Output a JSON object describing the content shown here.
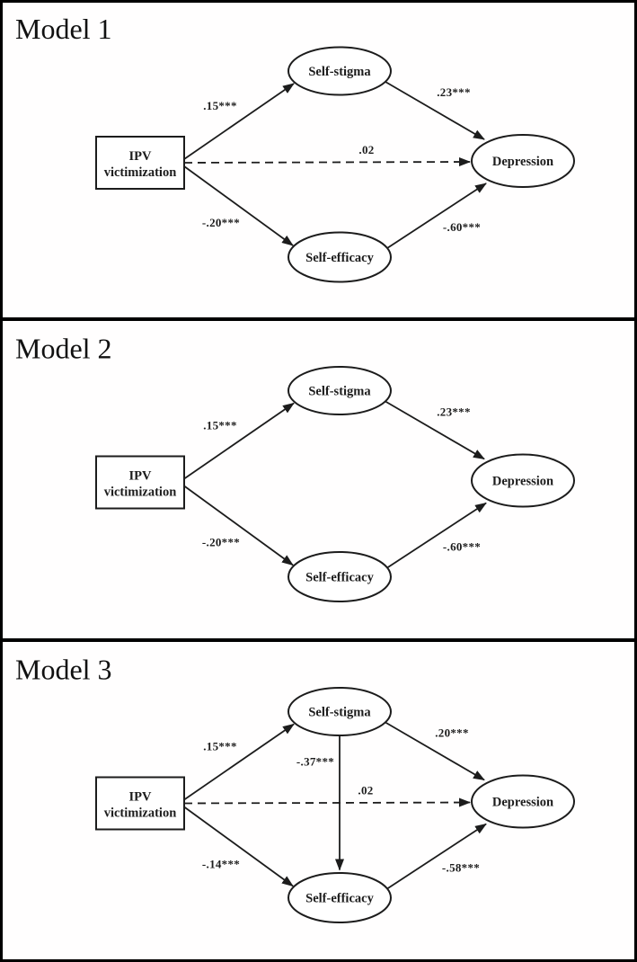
{
  "figure": {
    "background_color": "#ffffff",
    "ink_color": "#1c1c1c",
    "models": [
      {
        "title": "Model 1",
        "nodes": {
          "ipv": {
            "line1": "IPV",
            "line2": "victimization",
            "shape": "rectangle"
          },
          "self_stigma": {
            "label": "Self-stigma",
            "shape": "ellipse"
          },
          "depression": {
            "label": "Depression",
            "shape": "ellipse"
          },
          "self_efficacy": {
            "label": "Self-efficacy",
            "shape": "ellipse"
          }
        },
        "paths": [
          {
            "from": "IPV victimization",
            "to": "Self-stigma",
            "label": ".15***",
            "style": "solid"
          },
          {
            "from": "Self-stigma",
            "to": "Depression",
            "label": ".23***",
            "style": "solid"
          },
          {
            "from": "IPV victimization",
            "to": "Depression",
            "label": ".02",
            "style": "dashed"
          },
          {
            "from": "IPV victimization",
            "to": "Self-efficacy",
            "label": "-.20***",
            "style": "solid"
          },
          {
            "from": "Self-efficacy",
            "to": "Depression",
            "label": "-.60***",
            "style": "solid"
          }
        ]
      },
      {
        "title": "Model 2",
        "nodes": {
          "ipv": {
            "line1": "IPV",
            "line2": "victimization",
            "shape": "rectangle"
          },
          "self_stigma": {
            "label": "Self-stigma",
            "shape": "ellipse"
          },
          "depression": {
            "label": "Depression",
            "shape": "ellipse"
          },
          "self_efficacy": {
            "label": "Self-efficacy",
            "shape": "ellipse"
          }
        },
        "paths": [
          {
            "from": "IPV victimization",
            "to": "Self-stigma",
            "label": ".15***",
            "style": "solid"
          },
          {
            "from": "Self-stigma",
            "to": "Depression",
            "label": ".23***",
            "style": "solid"
          },
          {
            "from": "IPV victimization",
            "to": "Self-efficacy",
            "label": "-.20***",
            "style": "solid"
          },
          {
            "from": "Self-efficacy",
            "to": "Depression",
            "label": "-.60***",
            "style": "solid"
          }
        ]
      },
      {
        "title": "Model 3",
        "nodes": {
          "ipv": {
            "line1": "IPV",
            "line2": "victimization",
            "shape": "rectangle"
          },
          "self_stigma": {
            "label": "Self-stigma",
            "shape": "ellipse"
          },
          "depression": {
            "label": "Depression",
            "shape": "ellipse"
          },
          "self_efficacy": {
            "label": "Self-efficacy",
            "shape": "ellipse"
          }
        },
        "paths": [
          {
            "from": "IPV victimization",
            "to": "Self-stigma",
            "label": ".15***",
            "style": "solid"
          },
          {
            "from": "Self-stigma",
            "to": "Depression",
            "label": ".20***",
            "style": "solid"
          },
          {
            "from": "Self-stigma",
            "to": "Self-efficacy",
            "label": "-.37***",
            "style": "solid"
          },
          {
            "from": "IPV victimization",
            "to": "Depression",
            "label": ".02",
            "style": "dashed"
          },
          {
            "from": "IPV victimization",
            "to": "Self-efficacy",
            "label": "-.14***",
            "style": "solid"
          },
          {
            "from": "Self-efficacy",
            "to": "Depression",
            "label": "-.58***",
            "style": "solid"
          }
        ]
      }
    ]
  }
}
